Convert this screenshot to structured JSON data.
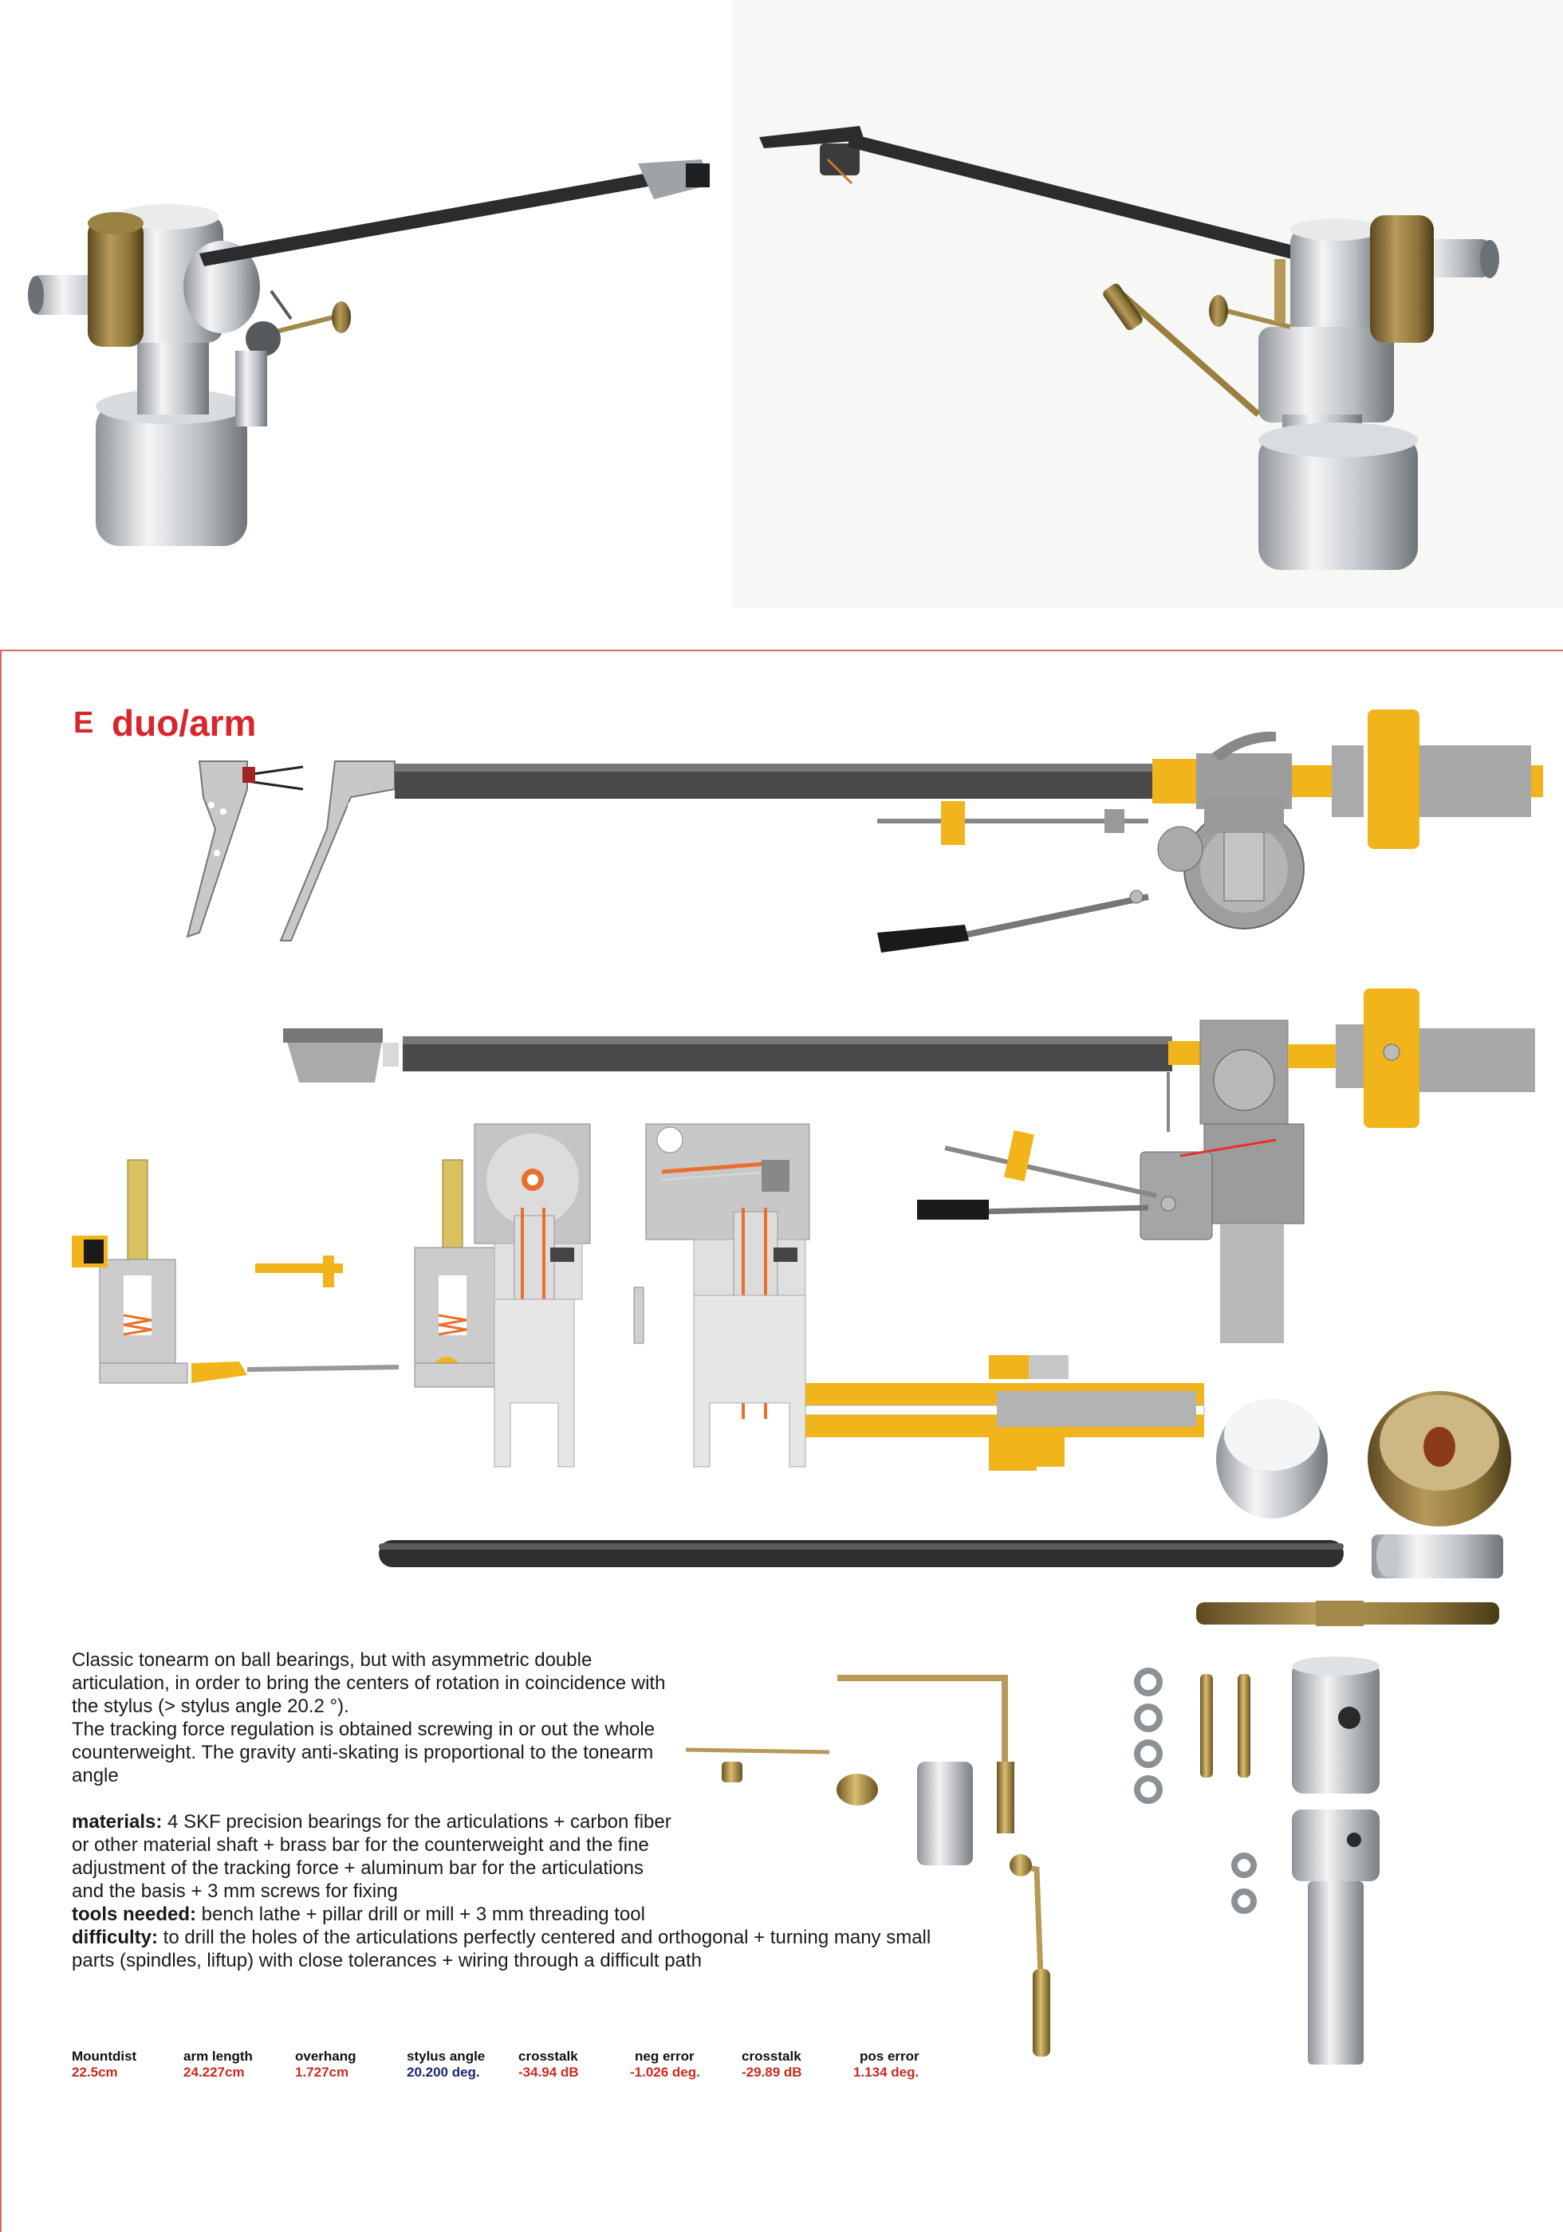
{
  "header": {
    "letter": "E",
    "name": "duo/arm"
  },
  "photos": {
    "left_caption": "",
    "right_caption": ""
  },
  "description": {
    "intro": "Classic tonearm on ball bearings, but with asymmetric double articulation, in order to bring the centers of rotation in coincidence with the stylus (> stylus angle 20.2 °).",
    "tracking": "The tracking force regulation is obtained screwing in or out the whole counterweight. The gravity anti-skating is proportional to the tonearm angle",
    "materials_label": "materials:",
    "materials_text": " 4 SKF precision bearings for the articulations + carbon fiber or other material shaft + brass bar for the counterweight and the fine adjustment of the tracking force + aluminum bar for the articulations and the basis + 3 mm screws for fixing",
    "tools_label": "tools needed:",
    "tools_text": " bench lathe + pillar drill or mill + 3 mm threading tool",
    "difficulty_label": "difficulty:",
    "difficulty_text": " to drill the holes of the articulations perfectly centered and orthogonal + turning many small parts (spindles, liftup) with close tolerances + wiring through a difficult path"
  },
  "specs": [
    {
      "label": "Mountdist",
      "value": "22.5cm"
    },
    {
      "label": "arm length",
      "value": "24.227cm"
    },
    {
      "label": "overhang",
      "value": "1.727cm"
    },
    {
      "label": "stylus angle",
      "value": "20.200 deg."
    },
    {
      "label": "crosstalk",
      "value": "-34.94 dB"
    },
    {
      "label": "neg error",
      "value": "-1.026 deg."
    },
    {
      "label": "crosstalk",
      "value": "-29.89 dB"
    },
    {
      "label": "pos error",
      "value": "1.134 deg."
    }
  ],
  "colors": {
    "accent_red": "#d8262c",
    "frame_line": "#d86a60",
    "brass_yellow": "#f2b41b",
    "aluminum_gray": "#b8b8b8",
    "carbon_dark": "#3a3a3a",
    "wire_orange": "#e8702a",
    "spec_blue": "#1b2a6e"
  }
}
